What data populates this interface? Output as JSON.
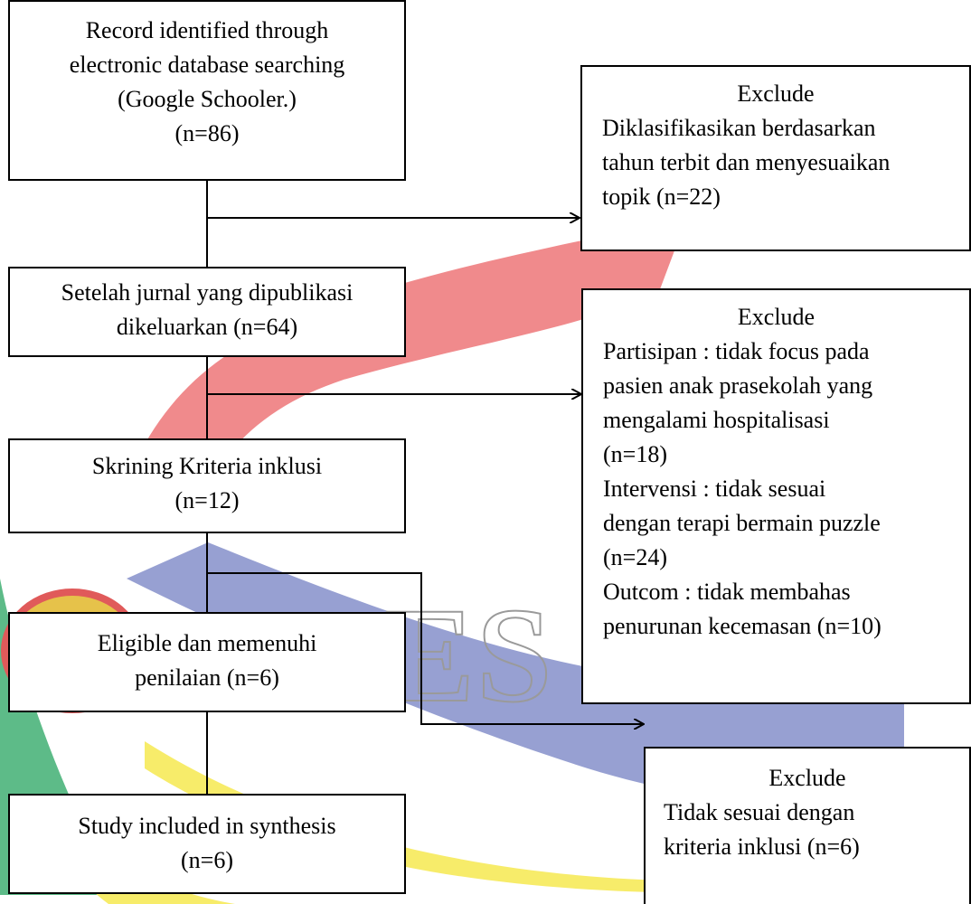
{
  "watermark": {
    "text": "ES",
    "colors": {
      "pink": "#f08a8c",
      "blue": "#97a0d2",
      "green": "#5dbb88",
      "yellow": "#f7ec6a",
      "gold": "#e6c24a"
    }
  },
  "boxes": {
    "records": {
      "lines": [
        "Record identified through",
        "electronic database searching",
        "(Google Schooler.)",
        "(n=86)"
      ]
    },
    "after_published": {
      "lines": [
        "Setelah jurnal yang dipublikasi",
        "dikeluarkan (n=64)"
      ]
    },
    "screening": {
      "lines": [
        "Skrining Kriteria inklusi",
        "(n=12)"
      ]
    },
    "eligible": {
      "lines": [
        "Eligible dan memenuhi",
        "penilaian (n=6)"
      ]
    },
    "included": {
      "lines": [
        "Study included in synthesis",
        "(n=6)"
      ]
    },
    "exclude1": {
      "title": "Exclude",
      "lines": [
        "Diklasifikasikan berdasarkan",
        "tahun terbit dan menyesuaikan",
        "topik (n=22)"
      ]
    },
    "exclude2": {
      "title": "Exclude",
      "lines": [
        "Partisipan : tidak focus  pada",
        "pasien anak prasekolah yang",
        "mengalami hospitalisasi",
        "(n=18)",
        "Intervensi : tidak sesuai",
        "dengan terapi bermain puzzle",
        "(n=24)",
        "Outcom : tidak membahas",
        "penurunan kecemasan  (n=10)"
      ]
    },
    "exclude3": {
      "title": "Exclude",
      "lines": [
        "Tidak sesuai dengan",
        "kriteria inklusi (n=6)"
      ]
    }
  }
}
